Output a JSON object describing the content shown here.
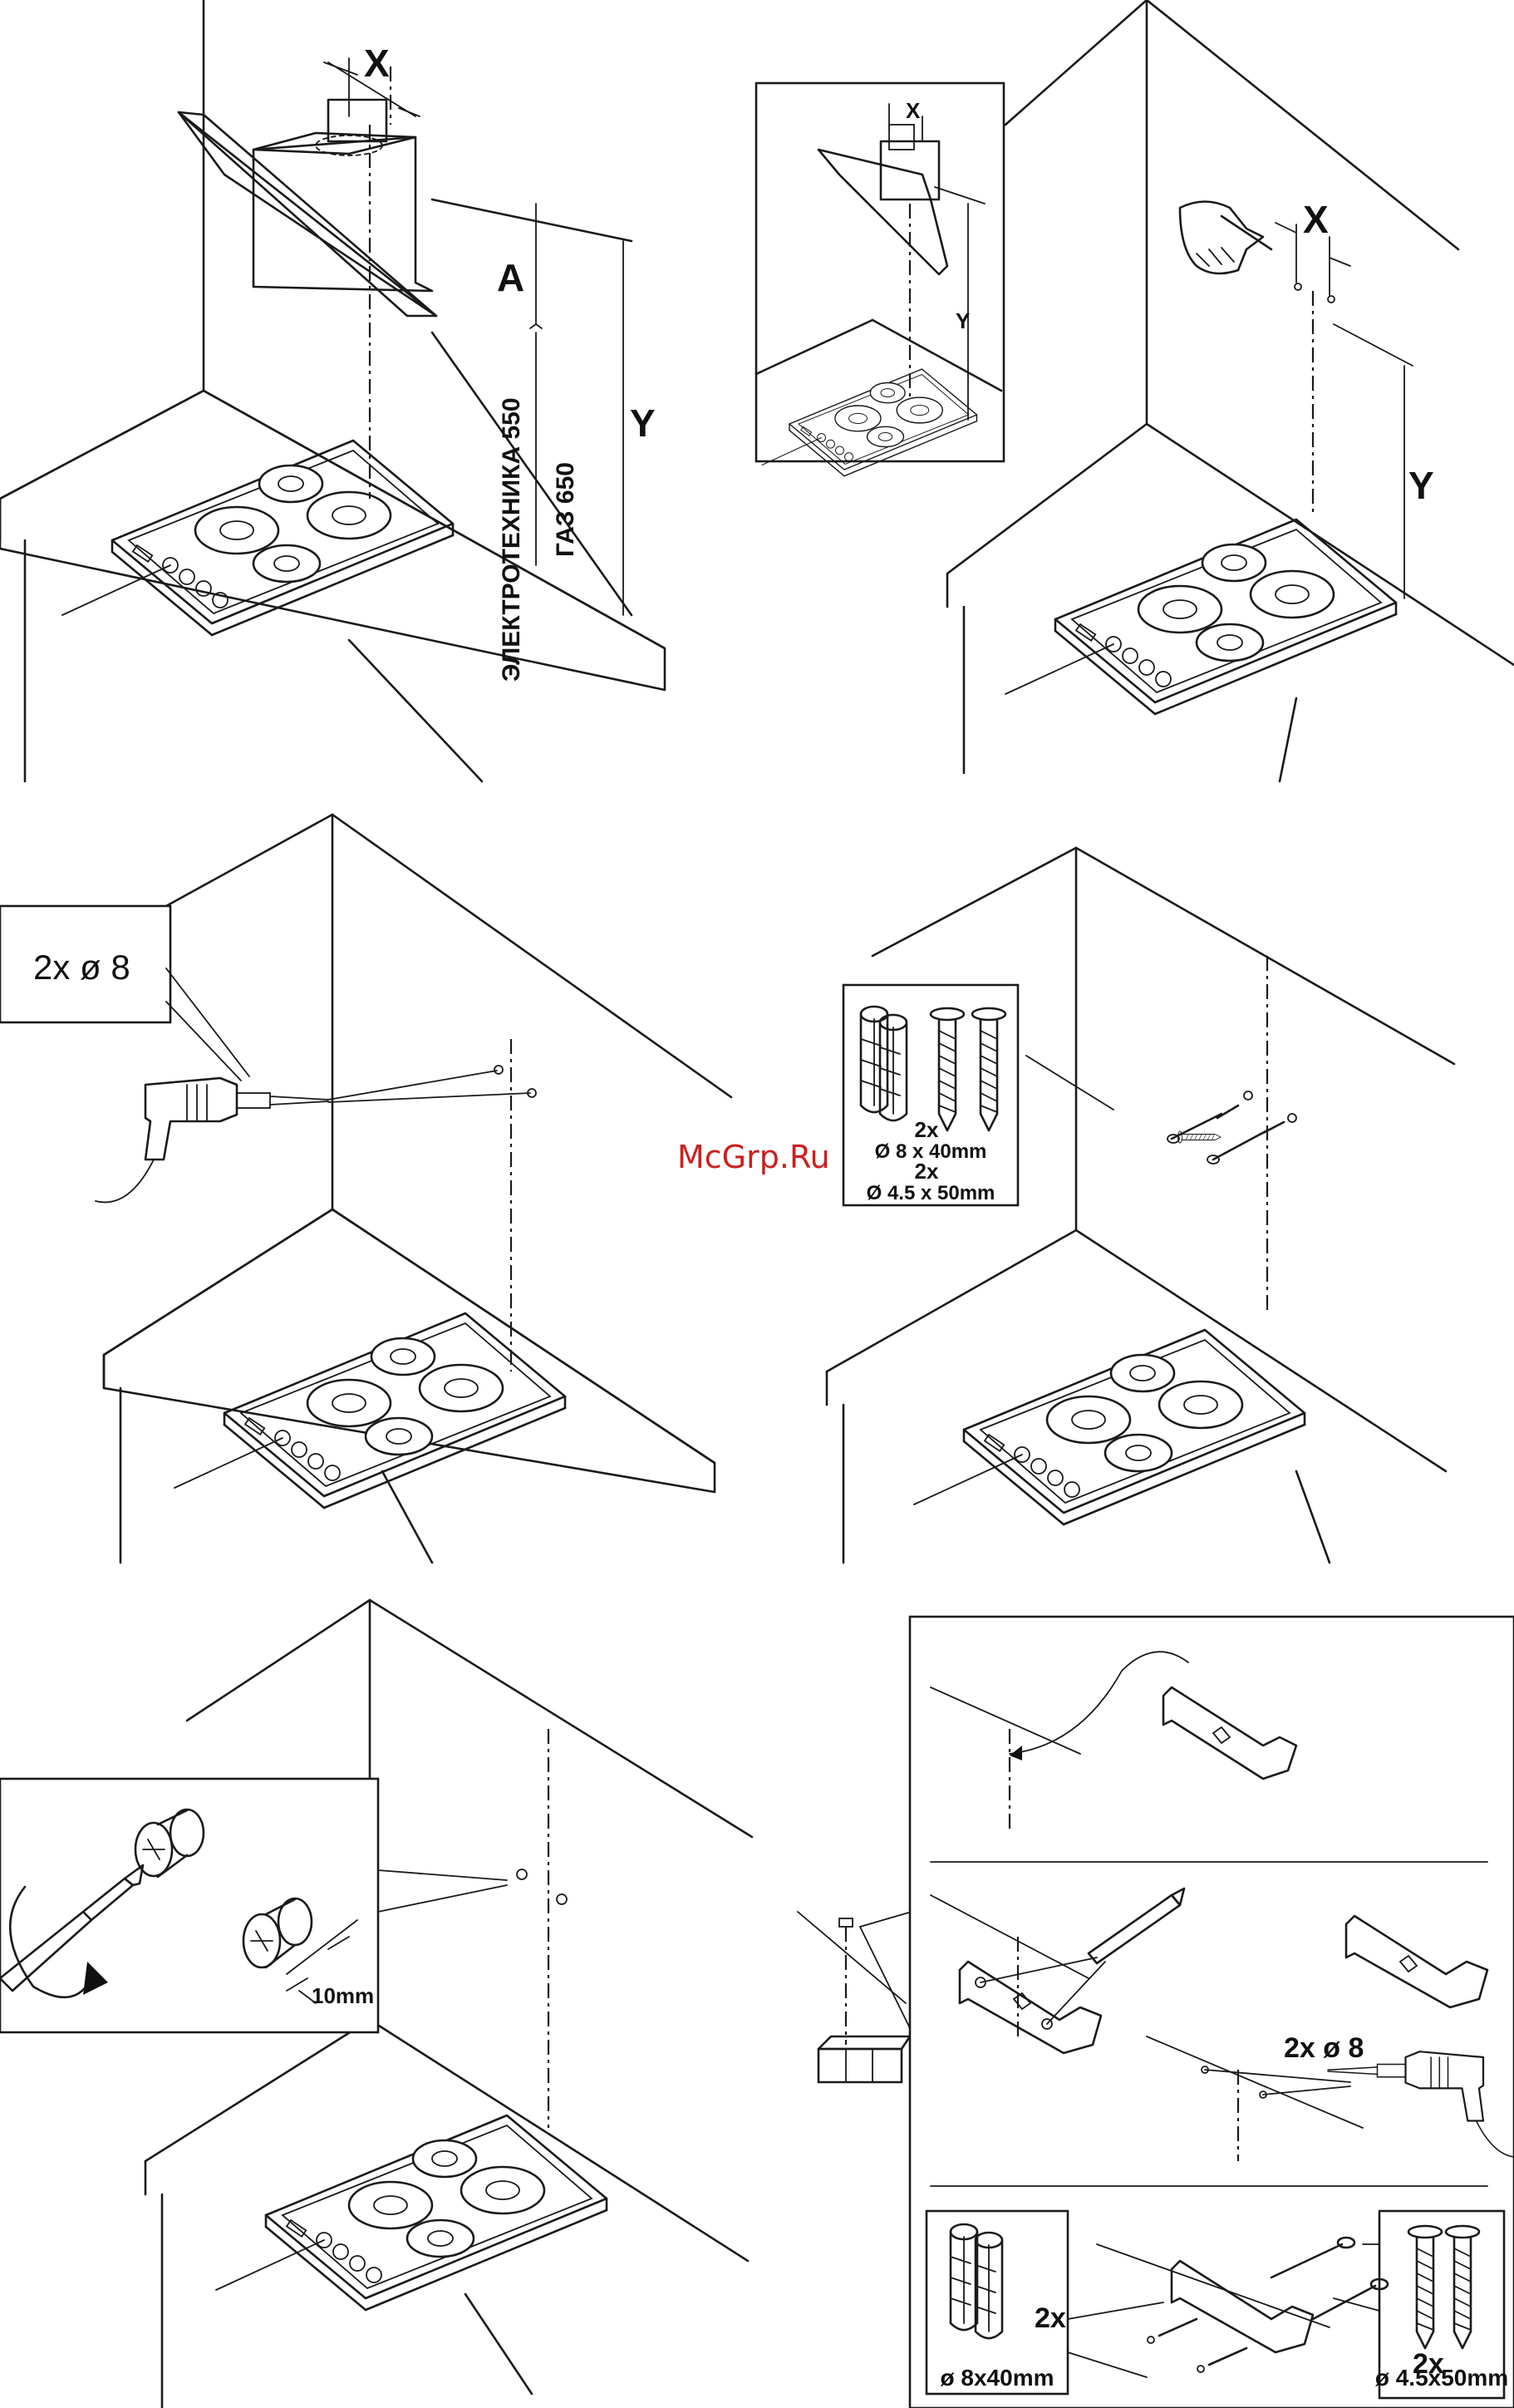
{
  "colors": {
    "ink": "#1a1a1a",
    "watermark": "#cc1f1f",
    "background": "#ffffff"
  },
  "step1": {
    "label_x": "X",
    "label_a": "A",
    "label_y": "Y",
    "label_electric": "ЭЛЕКТРОТЕХНИКА 550",
    "label_gas": "ГАЗ 650"
  },
  "step2": {
    "inset_x": "X",
    "inset_y": "Y",
    "label_x": "X",
    "label_y": "Y"
  },
  "step3": {
    "drill_callout": "2x ø 8"
  },
  "step4": {
    "qty_a": "2x",
    "plug_size": "Ø 8 x 40mm",
    "qty_b": "2x",
    "screw_size": "Ø 4.5 x 50mm"
  },
  "step5": {
    "gap": "10mm"
  },
  "step6": {
    "drill_callout": "2x ø 8",
    "qty_plugs": "2x",
    "plug_size": "ø 8x40mm",
    "qty_screws": "2x",
    "screw_size": "ø 4.5x50mm"
  },
  "watermark": "McGrp.Ru",
  "icons": [
    "drill-icon",
    "hand-pencil-icon",
    "screwdriver-icon",
    "wall-plug-icon",
    "screw-icon",
    "bracket-icon",
    "hob-icon",
    "cooker-hood-icon",
    "rotation-arrow-icon"
  ]
}
